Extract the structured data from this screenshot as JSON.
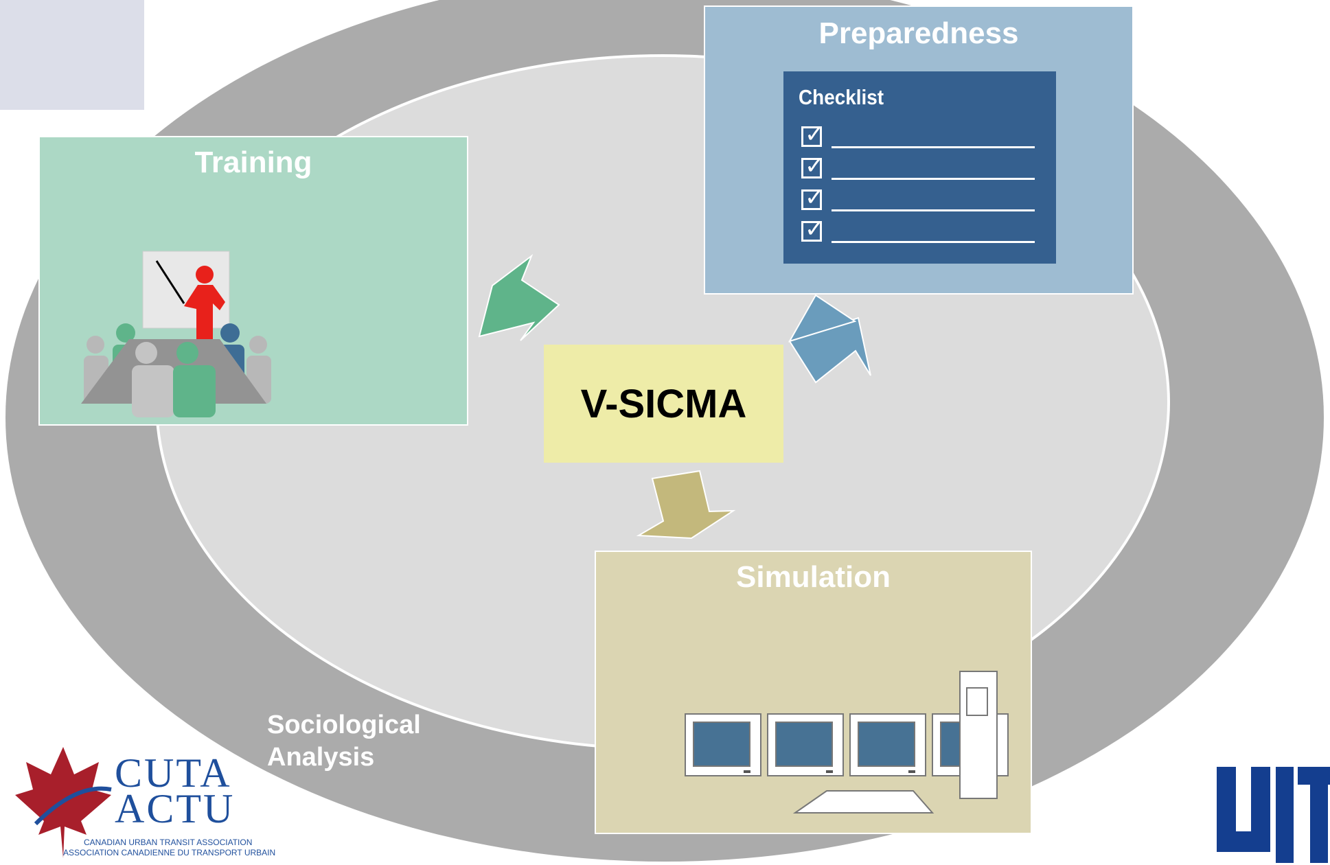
{
  "diagram": {
    "outer_ring_label": "Sociological Analysis",
    "center_label": "V-SICMA",
    "boxes": {
      "training": {
        "title": "Training"
      },
      "preparedness": {
        "title": "Preparedness",
        "checklist_title": "Checklist"
      },
      "simulation": {
        "title": "Simulation"
      }
    },
    "socio_line1": "Sociological",
    "socio_line2": "Analysis"
  },
  "logos": {
    "cuta": {
      "line1": "CUTA",
      "line2": "ACTU",
      "sub1": "CANADIAN URBAN TRANSIT ASSOCIATION",
      "sub2": "ASSOCIATION CANADIENNE DU TRANSPORT URBAIN"
    },
    "uitp": {
      "text": "UITP"
    }
  },
  "colors": {
    "outer_ring": "#ababab",
    "inner_ellipse": "#dcdcdc",
    "training": "#acd8c5",
    "preparedness": "#9ebcd2",
    "simulation": "#dbd5b2",
    "center": "#eeeca8",
    "arrow_training": "#5fb48a",
    "arrow_preparedness": "#6a9cbc",
    "arrow_simulation": "#c3b87c"
  }
}
